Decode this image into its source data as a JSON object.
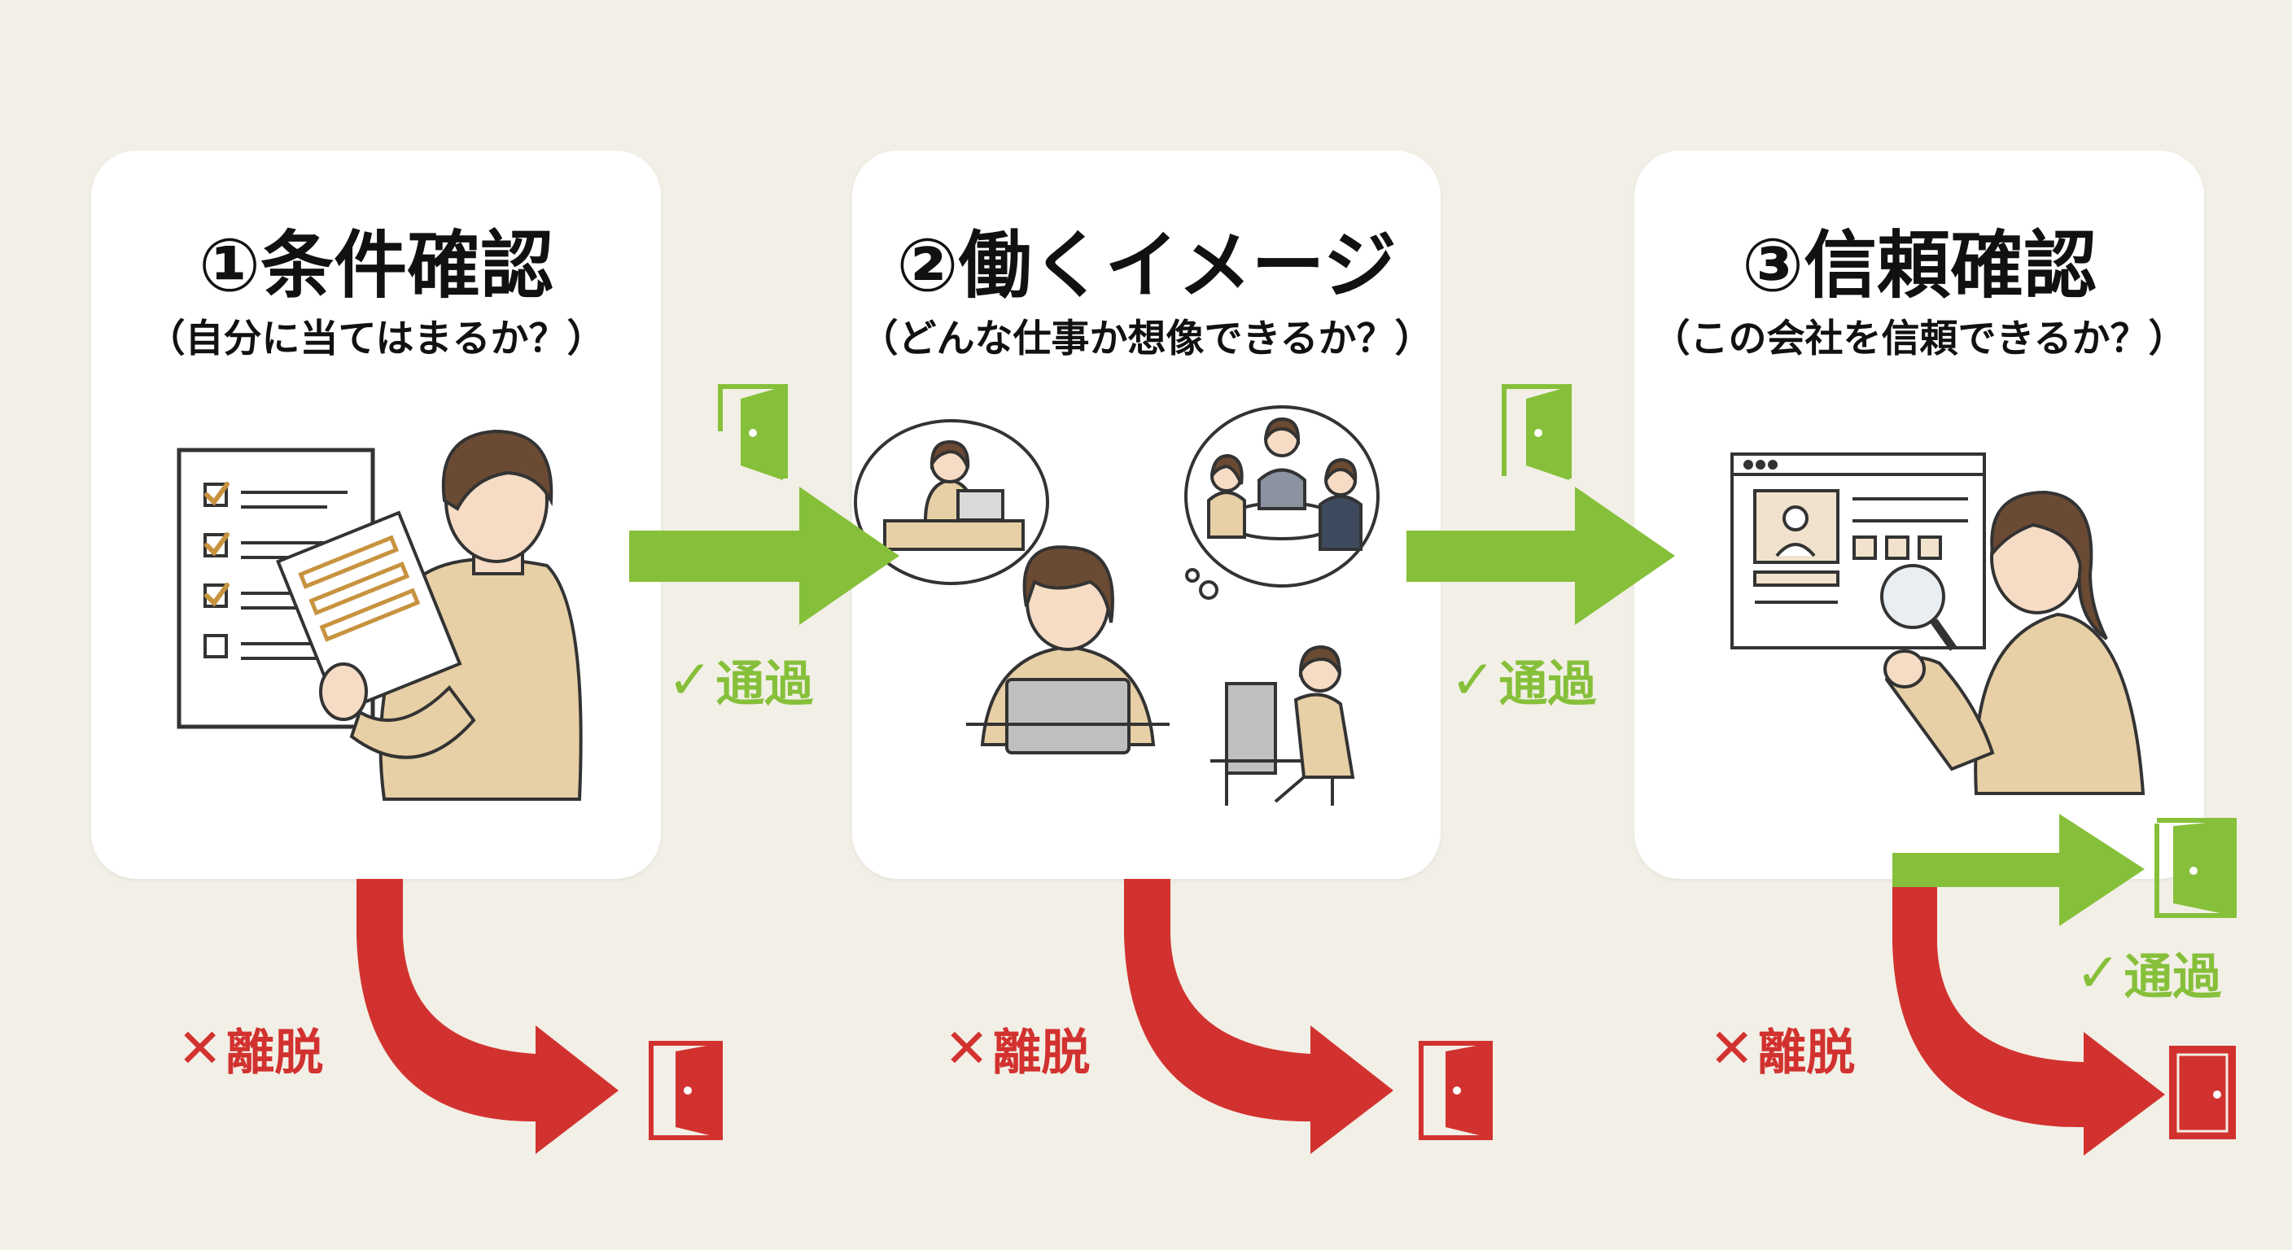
{
  "steps": [
    {
      "title": "①条件確認",
      "subtitle": "（自分に当てはまるか？）"
    },
    {
      "title": "②働くイメージ",
      "subtitle": "（どんな仕事か想像できるか？）"
    },
    {
      "title": "③信頼確認",
      "subtitle": "（この会社を信頼できるか？）"
    }
  ],
  "pass_mark": "✓",
  "pass_label": "通過",
  "drop_mark": "✕",
  "drop_label": "離脱",
  "colors": {
    "background": "#f2efe6",
    "card": "#ffffff",
    "pass": "#86c03a",
    "drop": "#d2322f",
    "skin": "#f6dcc4",
    "hair": "#6b4a33",
    "sweater": "#e7cfa6"
  }
}
